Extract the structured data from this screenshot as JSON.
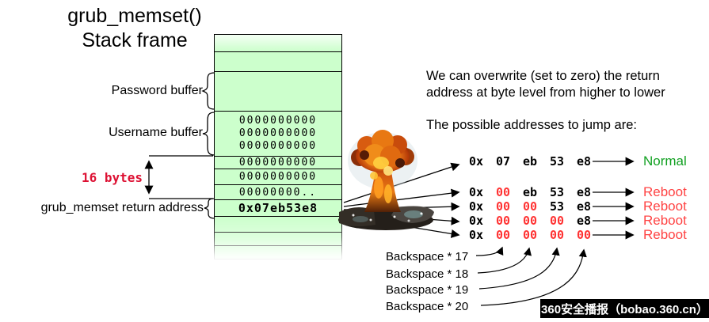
{
  "title": {
    "line1": "grub_memset()",
    "line2": "Stack frame"
  },
  "stack": {
    "labels": {
      "password": "Password buffer",
      "username": "Username buffer",
      "size": "16 bytes",
      "return_address": "grub_memset return address"
    },
    "rows": [
      {
        "text": ""
      },
      {
        "text": ""
      },
      {
        "text": ""
      },
      {
        "text": "0000000000\n0000000000\n0000000000"
      },
      {
        "text": "0000000000"
      },
      {
        "text": "0000000000"
      },
      {
        "text": "00000000.."
      },
      {
        "text": "0x07eb53e8"
      },
      {
        "text": ""
      },
      {
        "text": ""
      },
      {
        "text": ""
      }
    ]
  },
  "description": {
    "para1": "We can overwrite (set to zero) the return\naddress at byte level from higher to lower",
    "para2": "The possible addresses to jump are:"
  },
  "addresses": [
    {
      "prefix": "0x",
      "bytes": [
        {
          "v": "07",
          "state": "normal"
        },
        {
          "v": "eb",
          "state": "normal"
        },
        {
          "v": "53",
          "state": "normal"
        },
        {
          "v": "e8",
          "state": "normal"
        }
      ],
      "outcome": "Normal",
      "state": "normal"
    },
    {
      "prefix": "0x",
      "bytes": [
        {
          "v": "00",
          "state": "zeroed"
        },
        {
          "v": "eb",
          "state": "normal"
        },
        {
          "v": "53",
          "state": "normal"
        },
        {
          "v": "e8",
          "state": "normal"
        }
      ],
      "outcome": "Reboot",
      "state": "reboot"
    },
    {
      "prefix": "0x",
      "bytes": [
        {
          "v": "00",
          "state": "zeroed"
        },
        {
          "v": "00",
          "state": "zeroed"
        },
        {
          "v": "53",
          "state": "normal"
        },
        {
          "v": "e8",
          "state": "normal"
        }
      ],
      "outcome": "Reboot",
      "state": "reboot"
    },
    {
      "prefix": "0x",
      "bytes": [
        {
          "v": "00",
          "state": "zeroed"
        },
        {
          "v": "00",
          "state": "zeroed"
        },
        {
          "v": "00",
          "state": "zeroed"
        },
        {
          "v": "e8",
          "state": "normal"
        }
      ],
      "outcome": "Reboot",
      "state": "reboot"
    },
    {
      "prefix": "0x",
      "bytes": [
        {
          "v": "00",
          "state": "zeroed"
        },
        {
          "v": "00",
          "state": "zeroed"
        },
        {
          "v": "00",
          "state": "zeroed"
        },
        {
          "v": "00",
          "state": "zeroed"
        }
      ],
      "outcome": "Reboot",
      "state": "reboot"
    }
  ],
  "backspace_labels": [
    {
      "label": "Backspace * 17"
    },
    {
      "label": "Backspace * 18"
    },
    {
      "label": "Backspace * 19"
    },
    {
      "label": "Backspace * 20"
    }
  ],
  "watermark": "360安全播报（bobao.360.cn）",
  "colors": {
    "stack_fill": "#ccffcc",
    "zeroed_byte": "#ff3333",
    "reboot_label": "#ff4444",
    "normal_label": "#11a021",
    "size_label": "#dd1133",
    "banner_bg": "#000000",
    "banner_text": "#ffffff"
  },
  "icons": {
    "explosion": "nuclear-explosion-icon"
  }
}
